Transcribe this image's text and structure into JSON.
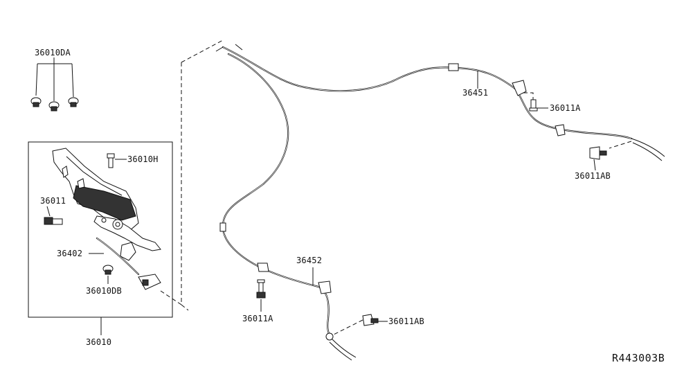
{
  "labels": {
    "p36010DA": "36010DA",
    "p36010H": "36010H",
    "p36011": "36011",
    "p36402": "36402",
    "p36010DB": "36010DB",
    "p36010": "36010",
    "p36451": "36451",
    "p36011A_top": "36011A",
    "p36011AB_right": "36011AB",
    "p36452": "36452",
    "p36011A_bottom": "36011A",
    "p36011AB_bottom": "36011AB"
  },
  "reference_code": "R443003B"
}
